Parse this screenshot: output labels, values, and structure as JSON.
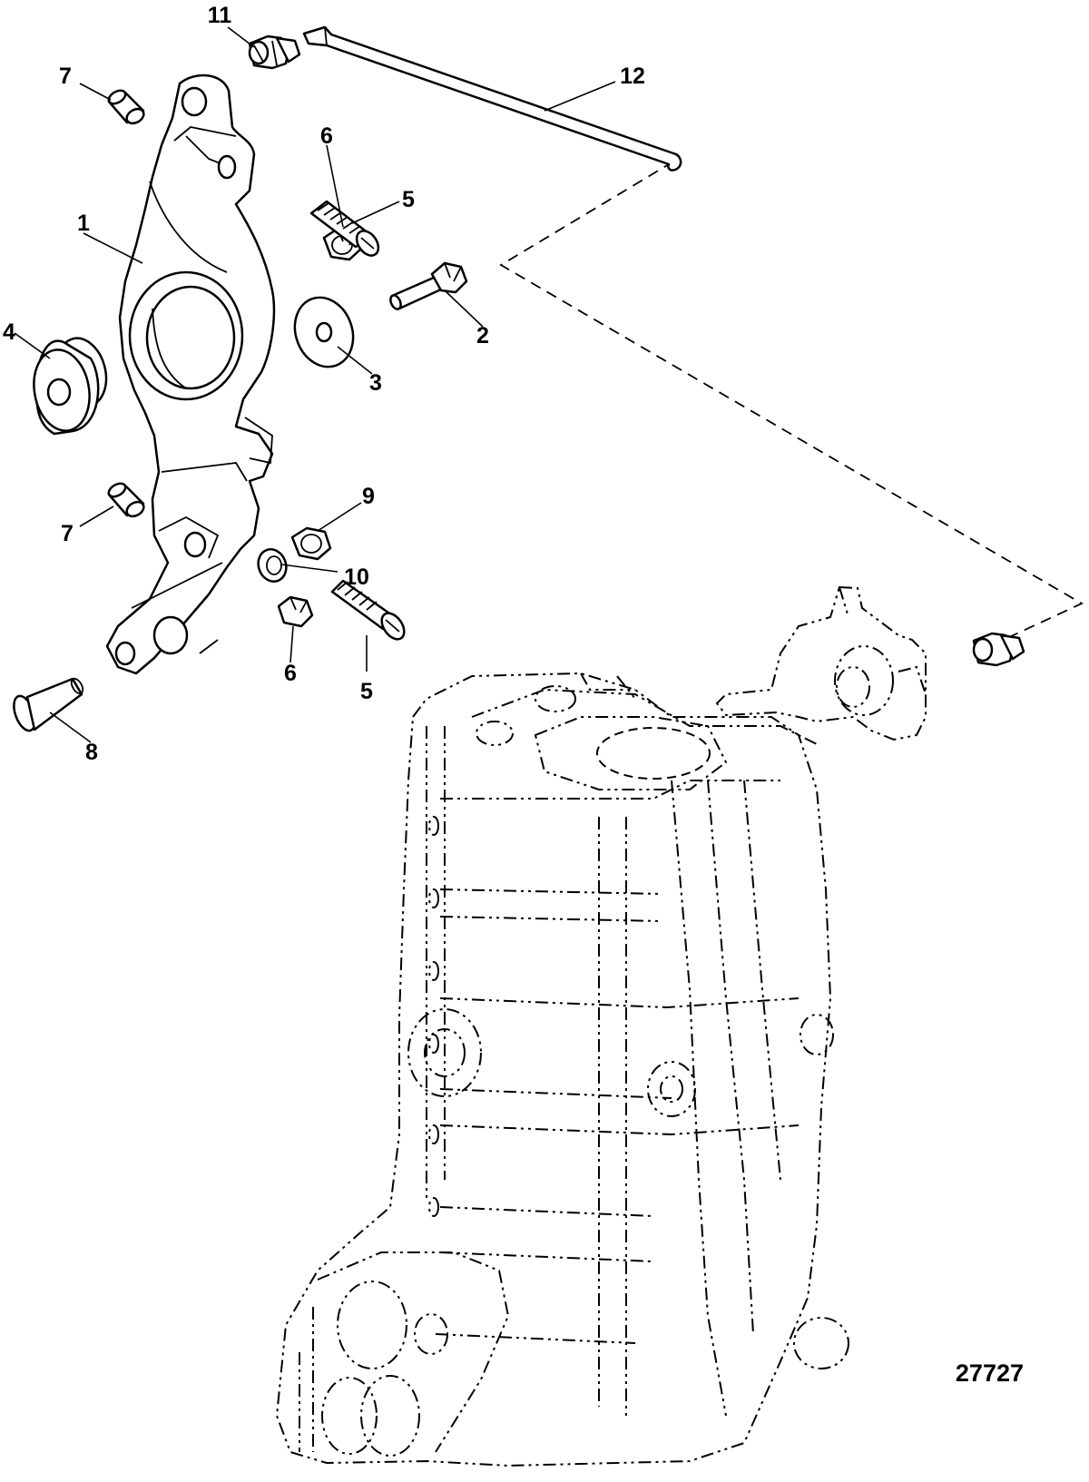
{
  "callouts": [
    {
      "label": "11"
    },
    {
      "label": "12"
    },
    {
      "label": "7"
    },
    {
      "label": "6"
    },
    {
      "label": "5"
    },
    {
      "label": "1"
    },
    {
      "label": "2"
    },
    {
      "label": "4"
    },
    {
      "label": "3"
    },
    {
      "label": "9"
    },
    {
      "label": "7"
    },
    {
      "label": "10"
    },
    {
      "label": "6"
    },
    {
      "label": "5"
    },
    {
      "label": "8"
    }
  ],
  "figure_number": "27727",
  "colors": {
    "ink": "#000000",
    "background": "#ffffff"
  }
}
